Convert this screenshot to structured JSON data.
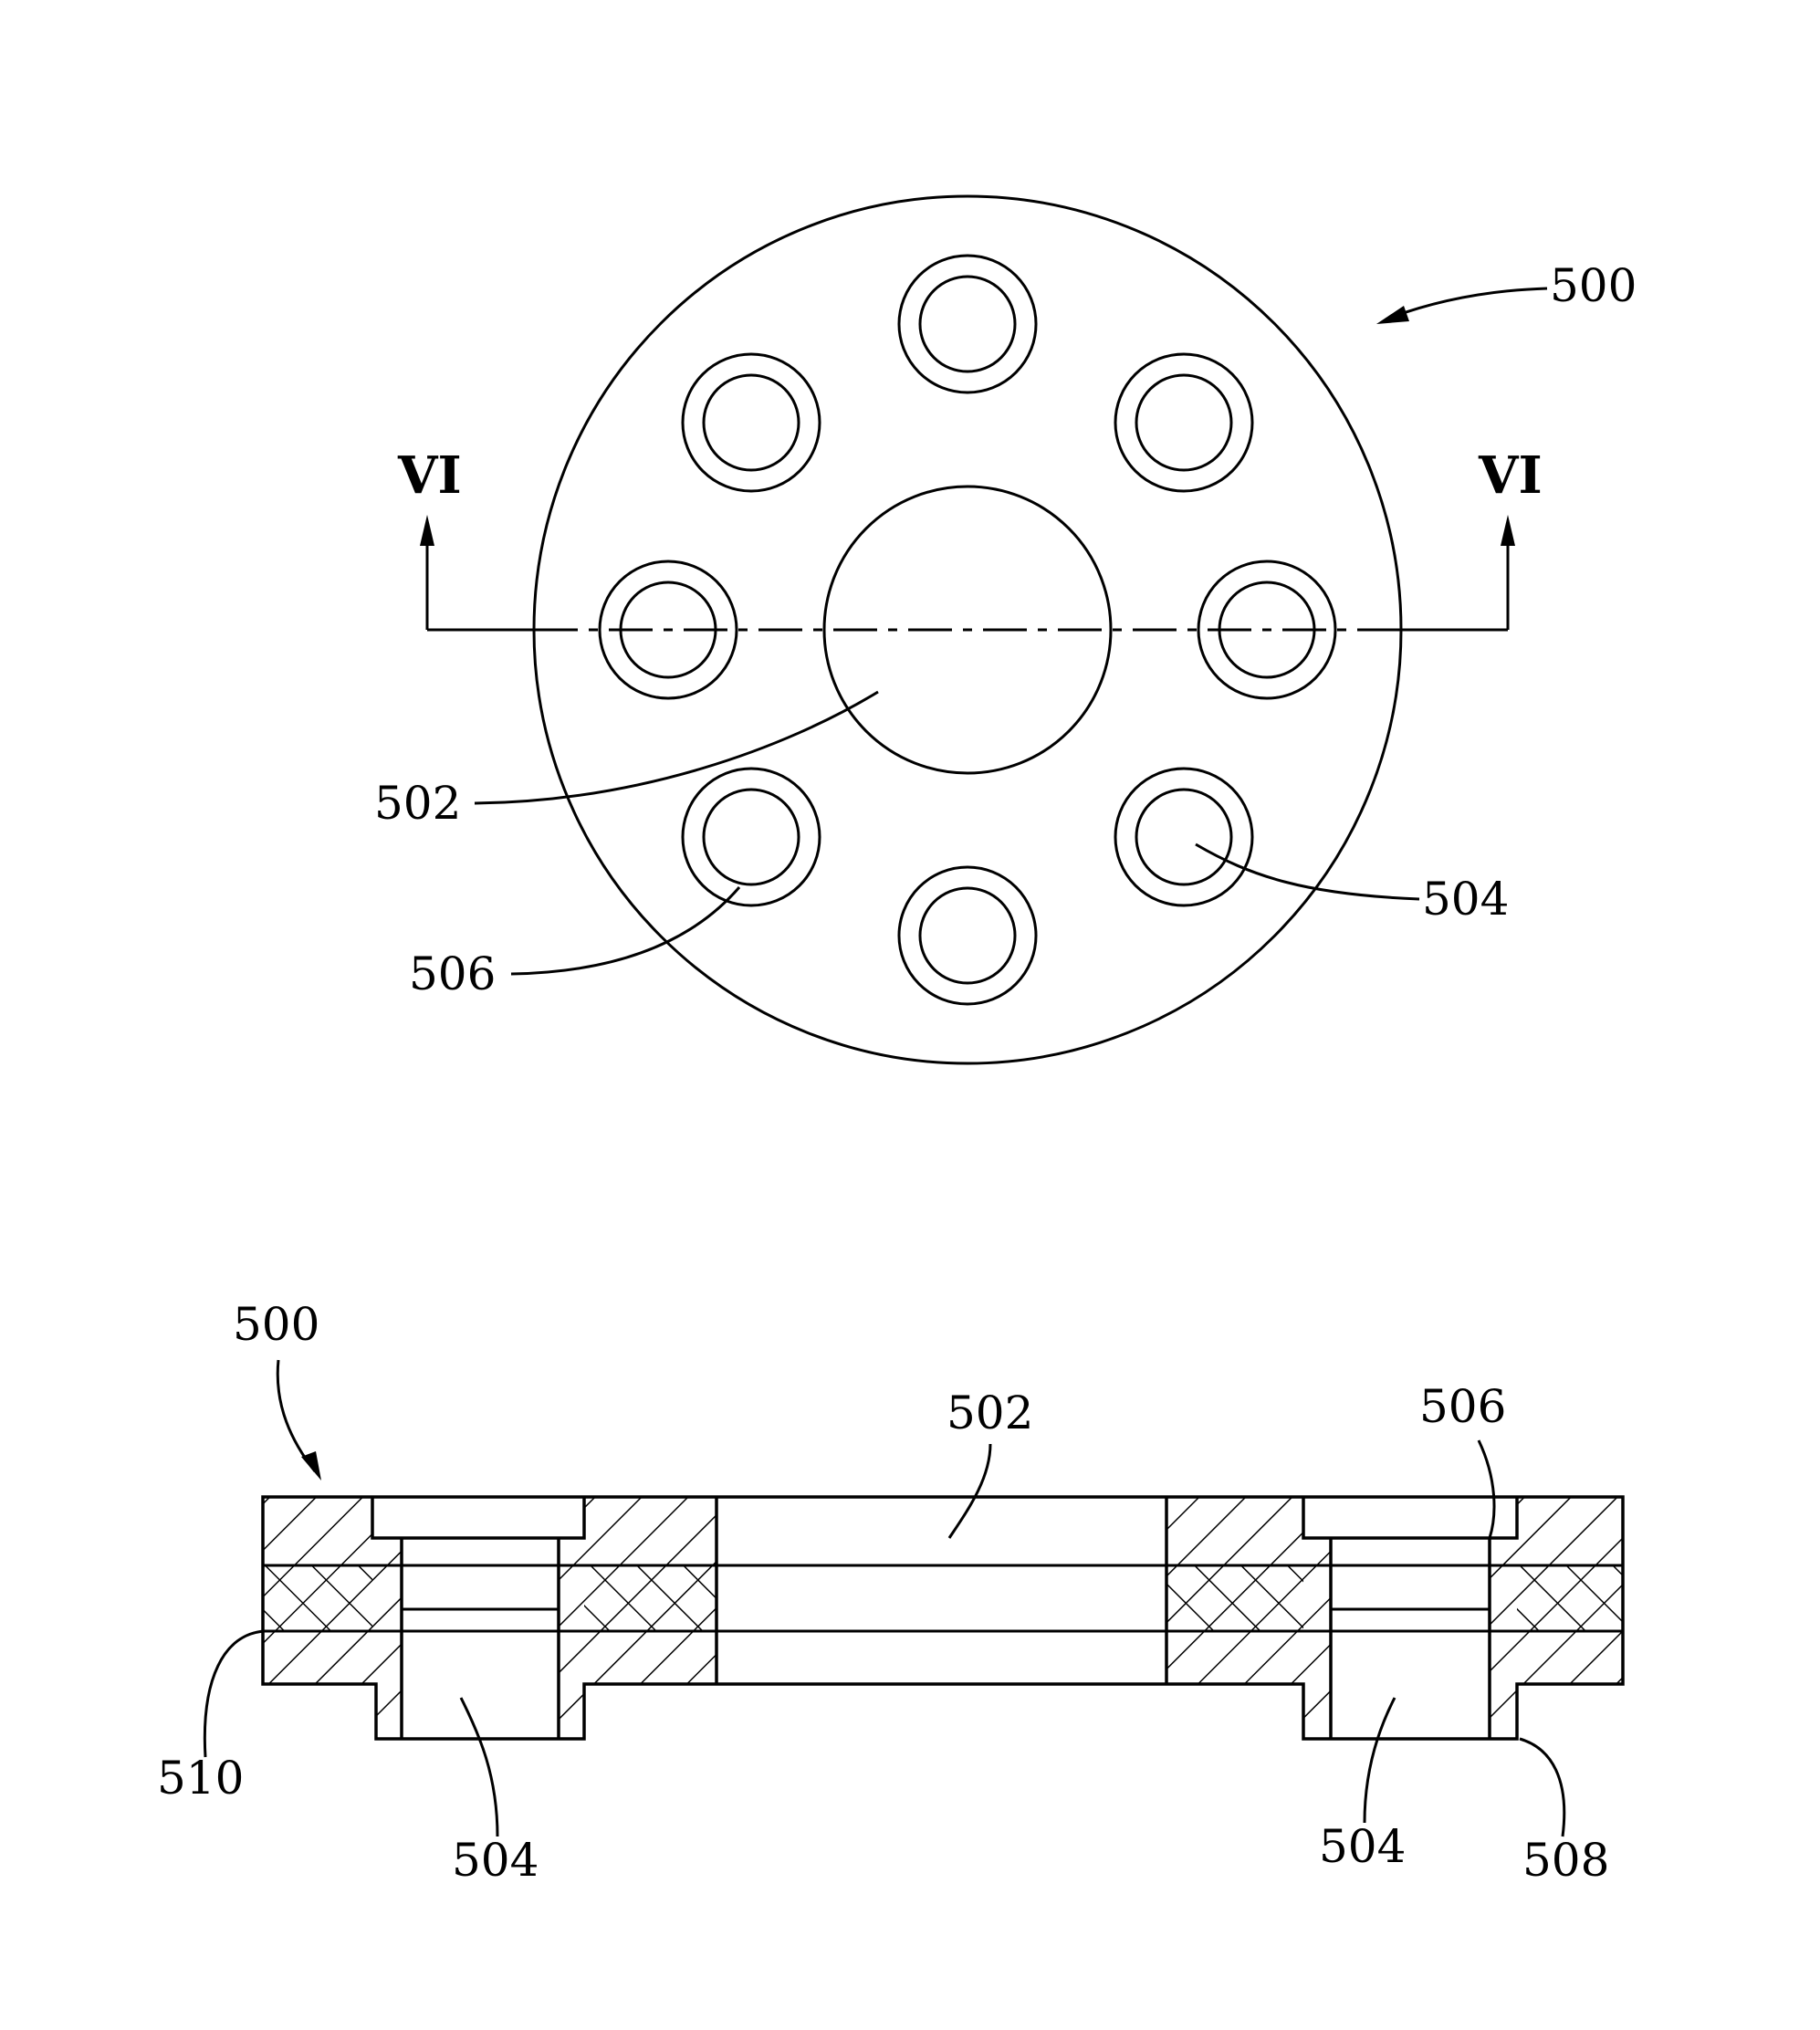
{
  "top_view": {
    "ref_assembly": "500",
    "ref_center_hole": "502",
    "ref_bolt_hole": "504",
    "ref_counterbore": "506",
    "section_mark_left": "VI",
    "section_mark_right": "VI"
  },
  "section_view": {
    "ref_assembly": "500",
    "ref_center_hole": "502",
    "ref_counterbore": "506",
    "ref_layer": "510",
    "ref_bolt_hole_left": "504",
    "ref_bolt_hole_right": "504",
    "ref_step": "508"
  }
}
